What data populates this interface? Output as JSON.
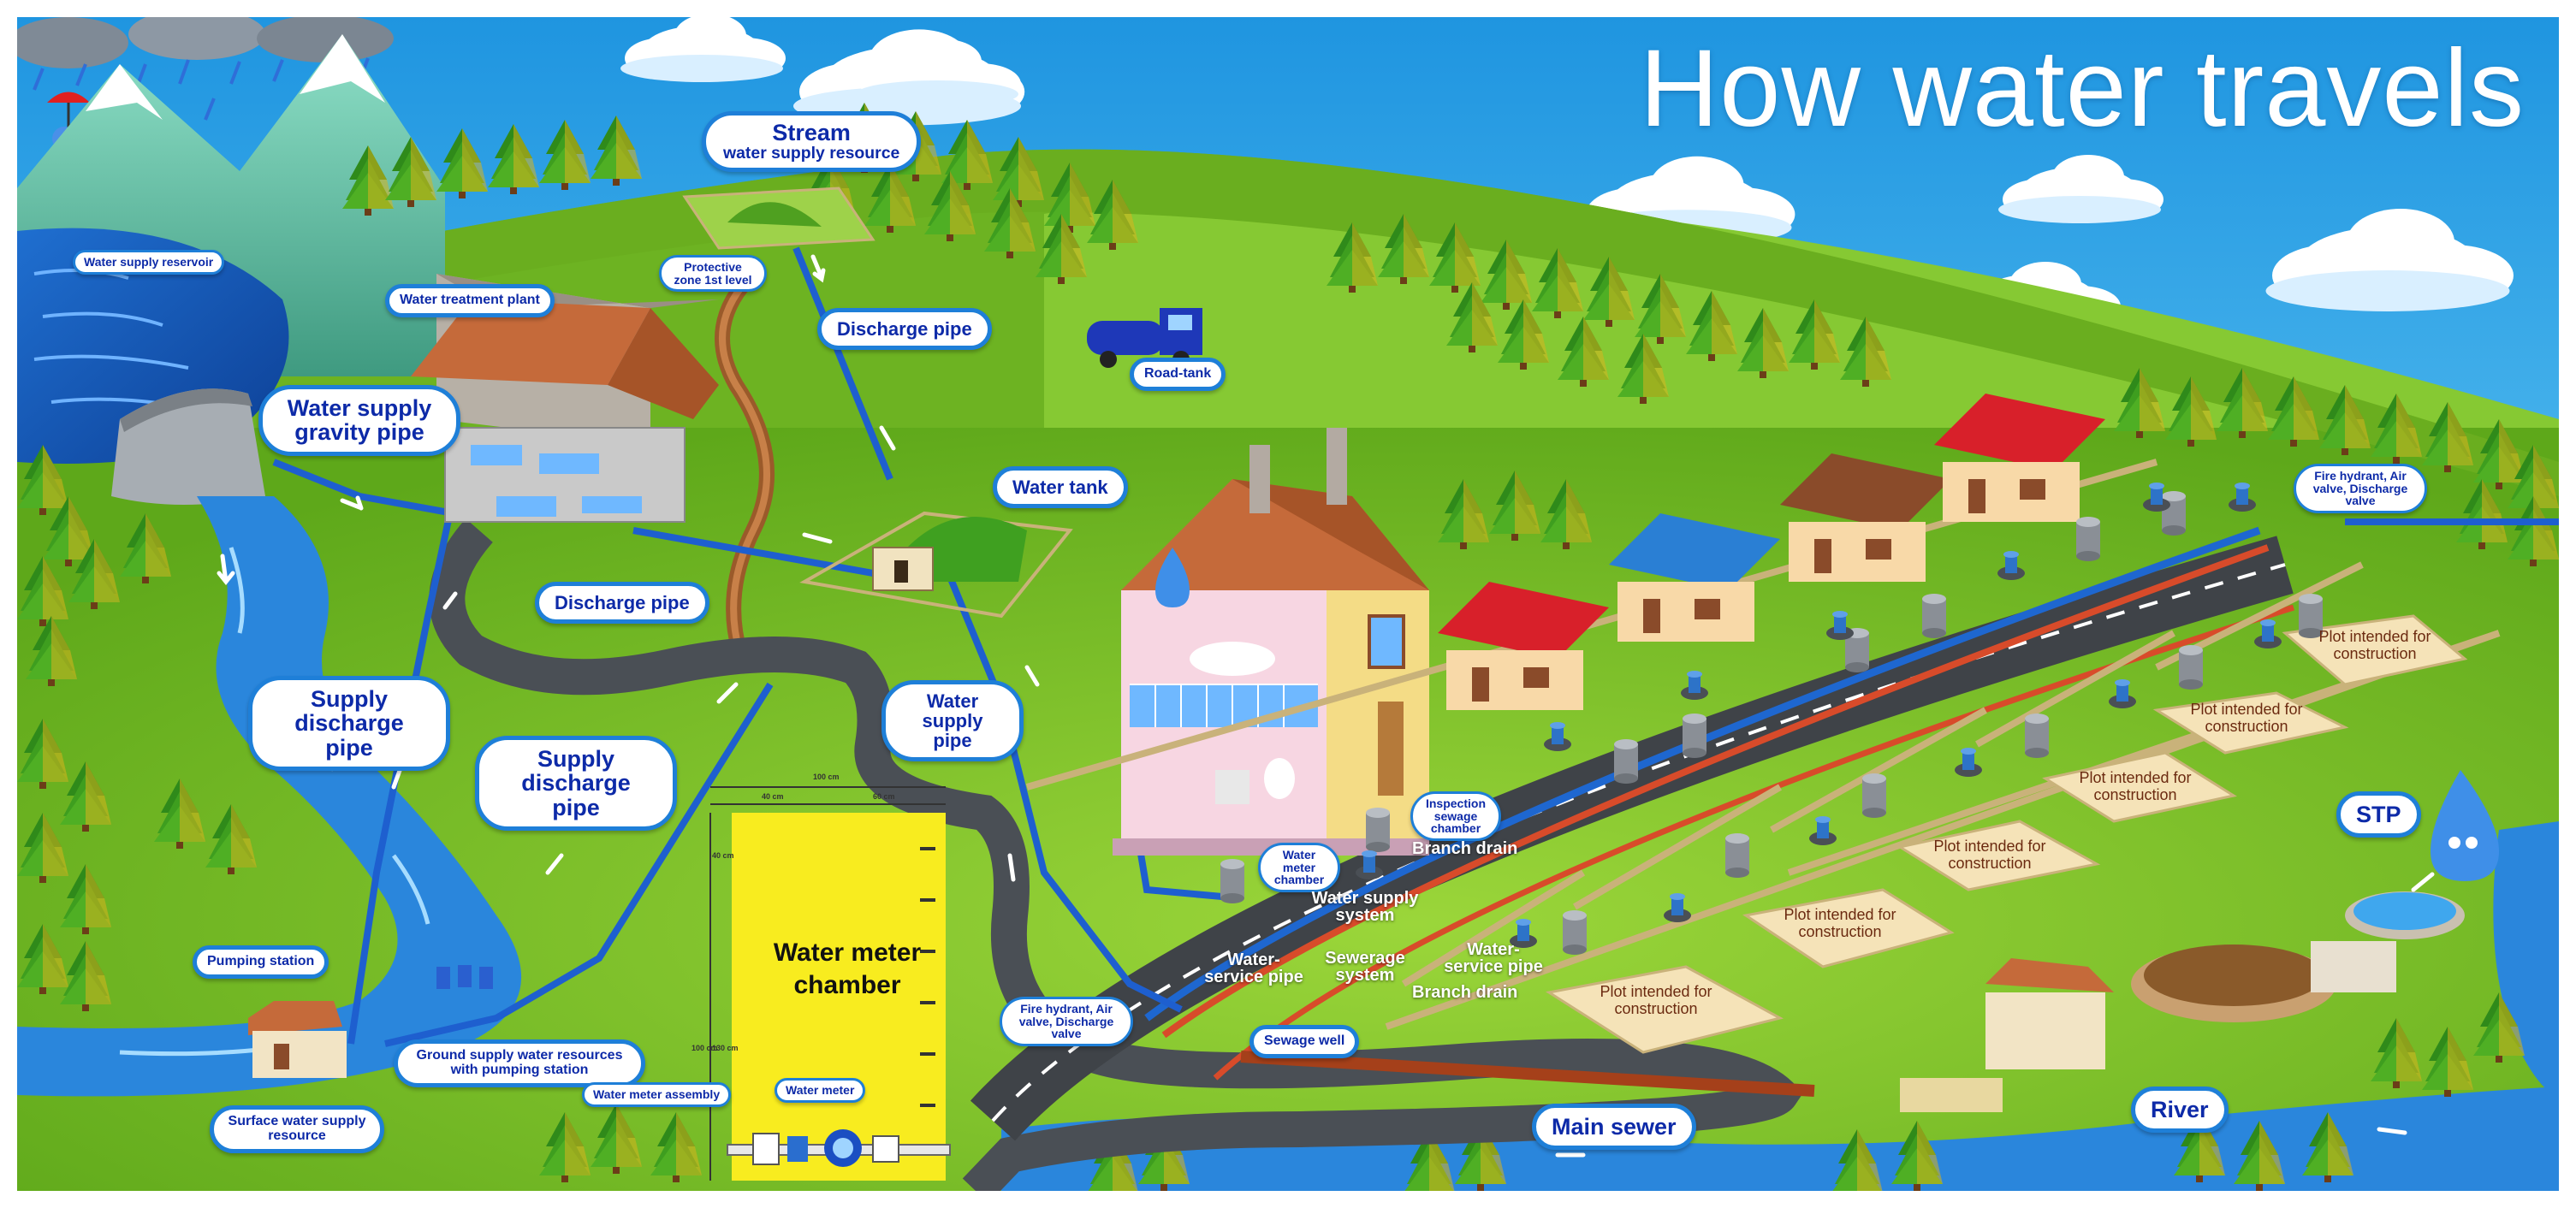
{
  "title": "How water travels",
  "labels": {
    "water_supply_reservoir": "Water supply reservoir",
    "water_treatment_plant": "Water treatment plant",
    "stream": "Stream",
    "stream_sub": "water supply resource",
    "protective_zone": "Protective zone 1st level",
    "discharge_pipe_top": "Discharge pipe",
    "road_tank": "Road-tank",
    "water_supply_gravity_pipe": "Water supply gravity pipe",
    "water_tank": "Water tank",
    "discharge_pipe_mid": "Discharge pipe",
    "supply_discharge_pipe_left": "Supply discharge pipe",
    "supply_discharge_pipe_mid": "Supply discharge pipe",
    "water_supply_pipe": "Water supply pipe",
    "pumping_station": "Pumping station",
    "ground_supply": "Ground supply water resources with pumping station",
    "surface_water": "Surface water supply resource",
    "water_meter_assembly": "Water meter assembly",
    "water_meter": "Water meter",
    "fire_hydrant_bottom": "Fire hydrant, Air valve, Discharge valve",
    "fire_hydrant_top": "Fire hydrant, Air valve, Discharge valve",
    "inspection_chamber": "Inspection sewage chamber",
    "water_meter_chamber_small": "Water meter chamber",
    "sewage_well": "Sewage well",
    "main_sewer": "Main sewer",
    "stp": "STP",
    "river": "River"
  },
  "road_labels": {
    "branch_drain_1": "Branch drain",
    "water_supply_system": "Water supply system",
    "water_service_pipe_1": "Water-service pipe",
    "sewerage_system": "Sewerage system",
    "water_service_pipe_2": "Water-service pipe",
    "branch_drain_2": "Branch drain"
  },
  "plots": [
    "Plot intended for construction",
    "Plot intended for construction",
    "Plot intended for construction",
    "Plot intended for construction",
    "Plot intended for construction",
    "Plot intended for construction"
  ],
  "water_meter_chamber": {
    "title": "Water meter chamber",
    "dim_width": "100 cm",
    "dim_left": "40 cm",
    "dim_right": "60 cm",
    "dim_top": "40 cm",
    "dim_height": "100 cm",
    "dim_inner": "130 cm"
  },
  "colors": {
    "sky": "#2aa7e8",
    "grass": "#7cc22a",
    "water": "#2f8fe0",
    "road": "#555a5e",
    "label_border": "#1e7fd8",
    "label_text": "#0d2aa8",
    "roof_red": "#d8202a",
    "roof_blue": "#2a7fd4",
    "roof_brown": "#8a4b2a",
    "chamber_yellow": "#f8ec1f"
  }
}
